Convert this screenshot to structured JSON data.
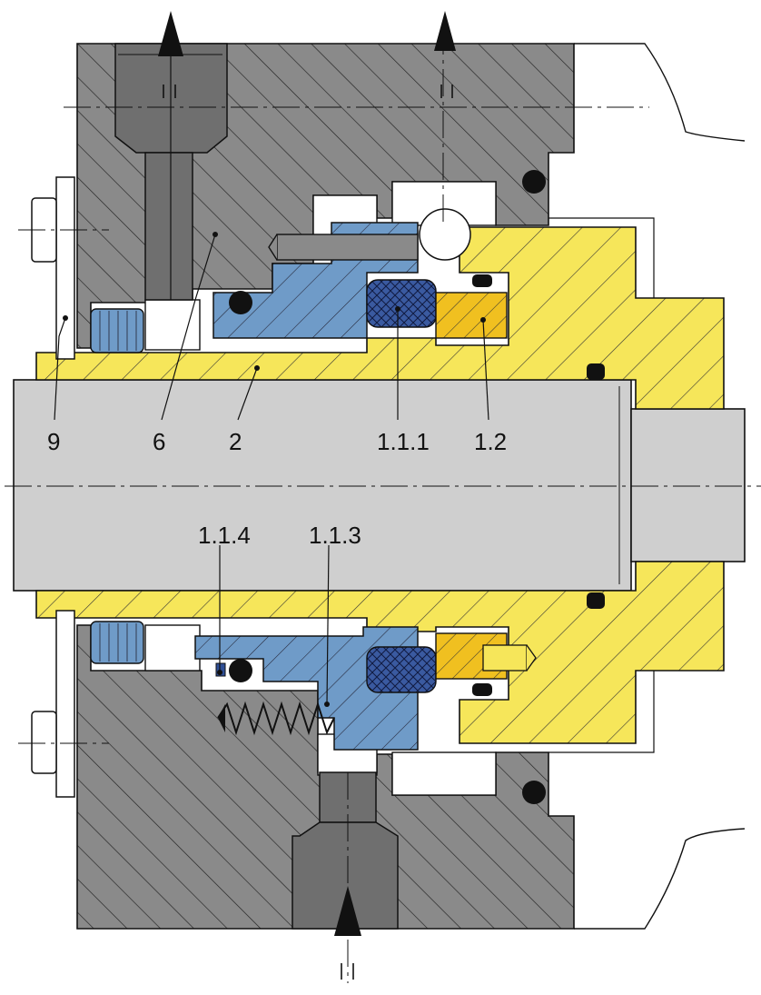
{
  "colors": {
    "housing": "#8a8a8a",
    "shaft": "#cfcfcf",
    "sleeve": "#f6e65a",
    "seal_blue": "#6f9bc8",
    "seal_dark": "#2f4f96",
    "seat_yellow": "#f0c020",
    "black": "#111111",
    "white": "#ffffff"
  },
  "labels": {
    "part_9": "9",
    "part_6": "6",
    "part_2": "2",
    "part_1_1_1": "1.1.1",
    "part_1_2": "1.2",
    "part_1_1_4": "1.1.4",
    "part_1_1_3": "1.1.3"
  }
}
